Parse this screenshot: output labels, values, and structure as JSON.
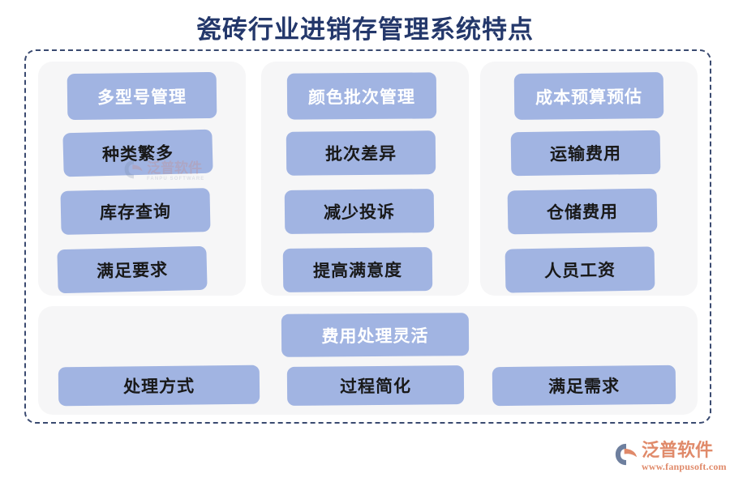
{
  "page": {
    "title": "瓷砖行业进销存管理系统特点",
    "title_color": "#24386b",
    "chip_color": "#a1b4e2",
    "panel_color": "#f6f6f7",
    "frame_color": "#3a4a70",
    "background": "#ffffff"
  },
  "columns": [
    {
      "header": "多型号管理",
      "items": [
        "种类繁多",
        "库存查询",
        "满足要求"
      ]
    },
    {
      "header": "颜色批次管理",
      "items": [
        "批次差异",
        "减少投诉",
        "提高满意度"
      ]
    },
    {
      "header": "成本预算预估",
      "items": [
        "运输费用",
        "仓储费用",
        "人员工资"
      ]
    }
  ],
  "bottom": {
    "header": "费用处理灵活",
    "items": [
      "处理方式",
      "过程简化",
      "满足需求"
    ]
  },
  "watermark": {
    "name": "泛普软件",
    "subtitle": "FANPU SOFTWARE"
  },
  "brand": {
    "name": "泛普软件",
    "url": "www.fanpusoft.com",
    "name_color": "#e08a6a"
  }
}
